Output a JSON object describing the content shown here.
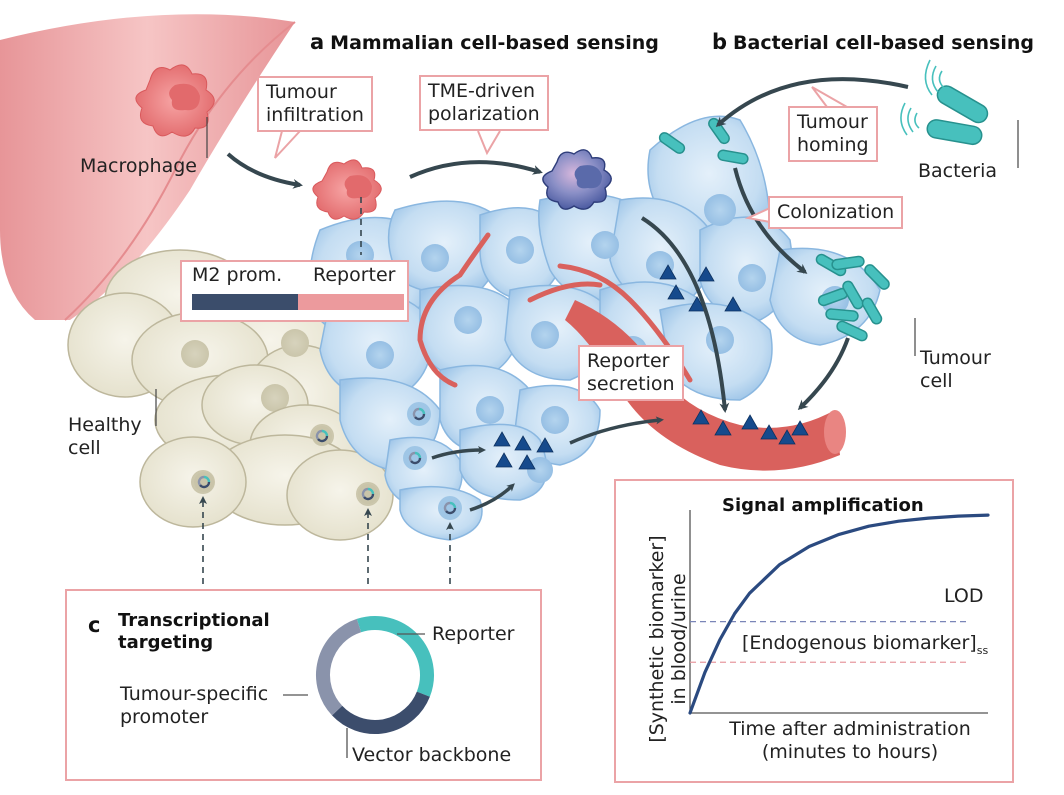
{
  "panels": {
    "a": {
      "letter": "a",
      "title": "Mammalian cell-based sensing"
    },
    "b": {
      "letter": "b",
      "title": "Bacterial cell-based sensing"
    },
    "c": {
      "letter": "c",
      "title_line1": "Transcriptional",
      "title_line2": "targeting"
    }
  },
  "labels": {
    "macrophage": "Macrophage",
    "healthy_cell_line1": "Healthy",
    "healthy_cell_line2": "cell",
    "bacteria": "Bacteria",
    "tumour_cell_line1": "Tumour",
    "tumour_cell_line2": "cell"
  },
  "callouts": {
    "tumour_infiltration": {
      "line1": "Tumour",
      "line2": "infiltration"
    },
    "tme_polarization": {
      "line1": "TME-driven",
      "line2": "polarization"
    },
    "tumour_homing": {
      "line1": "Tumour",
      "line2": "homing"
    },
    "colonization": {
      "line1": "Colonization"
    },
    "reporter_secretion": {
      "line1": "Reporter",
      "line2": "secretion"
    }
  },
  "construct": {
    "segments": [
      {
        "label": "M2 prom.",
        "color": "#3b4d6b"
      },
      {
        "label": "Reporter",
        "color": "#ec9a9d"
      }
    ]
  },
  "plasmid": {
    "segments": [
      {
        "label": "Reporter",
        "color": "#47c0bd",
        "fraction": 0.36
      },
      {
        "label": "Vector backbone",
        "color": "#3c4d6c",
        "fraction": 0.32
      },
      {
        "label": "Tumour-specific promoter",
        "label_line1": "Tumour-specific",
        "label_line2": "promoter",
        "color": "#8a93ab",
        "fraction": 0.32
      }
    ]
  },
  "colors": {
    "tumour_cell": "#b8d5ef",
    "tumour_nucleus": "#9fc6e6",
    "healthy_cell": "#eeebdc",
    "vessel": "#d9615d",
    "reporter_triangle": "#164a8c",
    "bacteria": "#47c0bd",
    "arrow": "#36474f",
    "callout_border": "#eba3a6",
    "macrophage_m1": "#e9787a",
    "macrophage_m2": "#5f6fae"
  },
  "chart_data": {
    "type": "line",
    "title": "Signal amplification",
    "xlabel_line1": "Time after administration",
    "xlabel_line2": "(minutes to hours)",
    "ylabel_line1": "[Synthetic biomarker]",
    "ylabel_line2": "in blood/urine",
    "xlim": [
      0,
      1
    ],
    "ylim": [
      0,
      1
    ],
    "grid": false,
    "series": [
      {
        "name": "Synthetic biomarker",
        "color": "#2b4a80",
        "x": [
          0,
          0.05,
          0.1,
          0.15,
          0.2,
          0.3,
          0.4,
          0.5,
          0.6,
          0.7,
          0.8,
          0.9,
          1.0
        ],
        "y": [
          0,
          0.2,
          0.36,
          0.49,
          0.59,
          0.73,
          0.82,
          0.88,
          0.92,
          0.945,
          0.96,
          0.97,
          0.975
        ]
      }
    ],
    "hlines": [
      {
        "label": "LOD",
        "y": 0.45,
        "color": "#7a86b8"
      },
      {
        "label": "[Endogenous biomarker]",
        "subscript": "ss",
        "y": 0.25,
        "color": "#e79aa0"
      }
    ]
  }
}
